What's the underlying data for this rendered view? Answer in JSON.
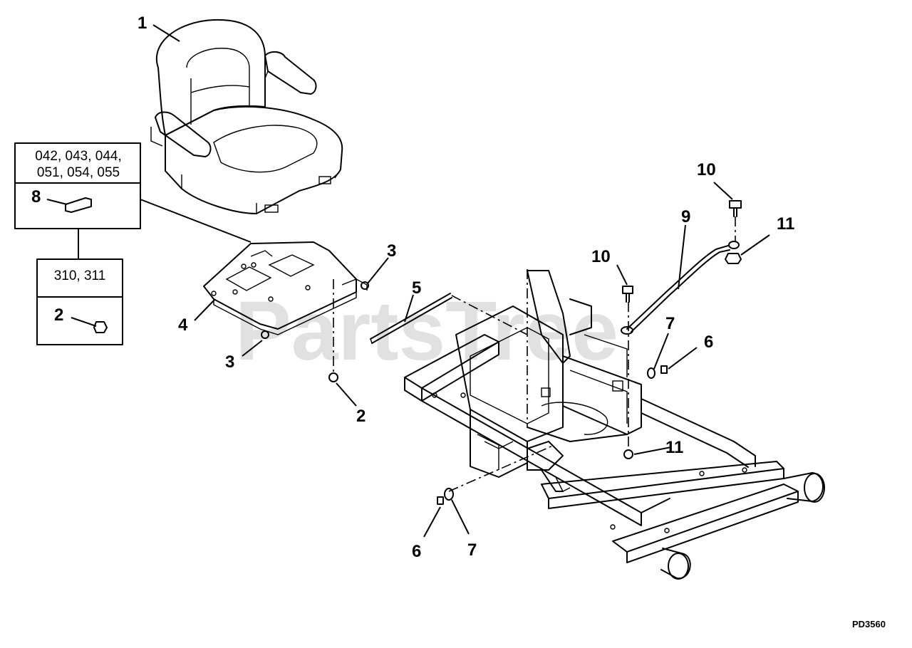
{
  "diagram": {
    "watermark": "PartsTree",
    "reference_code": "PD3560",
    "box_upper": {
      "models_line1": "042, 043, 044,",
      "models_line2": "051, 054, 055",
      "part_number": "8"
    },
    "box_lower": {
      "models": "310, 311",
      "part_number": "2"
    },
    "callouts": [
      "1",
      "2",
      "3",
      "3",
      "4",
      "5",
      "2",
      "10",
      "9",
      "10",
      "11",
      "7",
      "6",
      "11",
      "6",
      "7"
    ]
  }
}
